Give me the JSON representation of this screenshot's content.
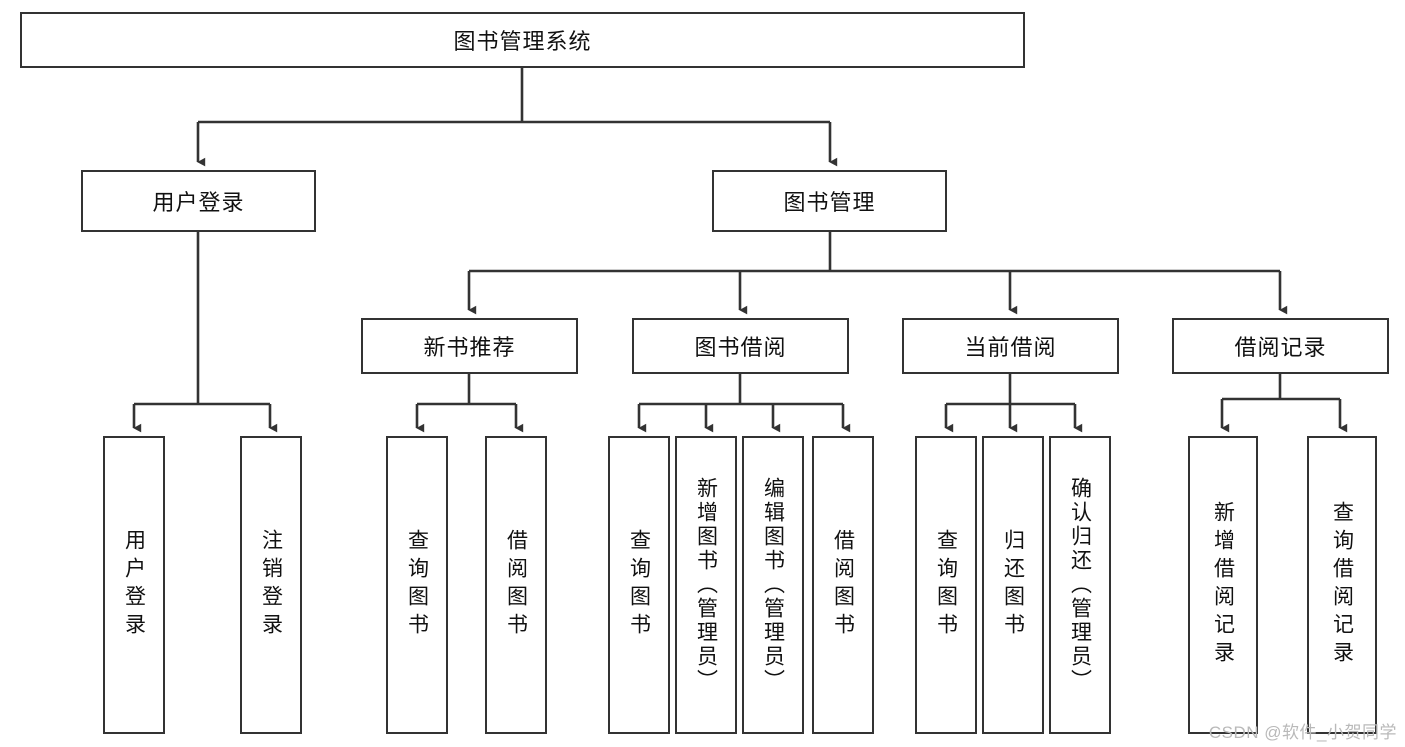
{
  "diagram": {
    "title_node": {
      "label": "图书管理系统"
    },
    "level2": [
      {
        "id": "user-login",
        "label": "用户登录"
      },
      {
        "id": "book-management",
        "label": "图书管理"
      }
    ],
    "level3": [
      {
        "id": "new-book-recommend",
        "label": "新书推荐"
      },
      {
        "id": "book-borrow",
        "label": "图书借阅"
      },
      {
        "id": "current-borrow",
        "label": "当前借阅"
      },
      {
        "id": "borrow-record",
        "label": "借阅记录"
      }
    ],
    "leaves": [
      {
        "id": "leaf-user-login",
        "label": "用户登录"
      },
      {
        "id": "leaf-logout-login",
        "label": "注销登录"
      },
      {
        "id": "leaf-query-book-1",
        "label": "查询图书"
      },
      {
        "id": "leaf-borrow-book-1",
        "label": "借阅图书"
      },
      {
        "id": "leaf-query-book-2",
        "label": "查询图书"
      },
      {
        "id": "leaf-add-book-admin",
        "label": "新增图书（管理员）"
      },
      {
        "id": "leaf-edit-book-admin",
        "label": "编辑图书（管理员）"
      },
      {
        "id": "leaf-borrow-book-2",
        "label": "借阅图书"
      },
      {
        "id": "leaf-query-book-3",
        "label": "查询图书"
      },
      {
        "id": "leaf-return-book",
        "label": "归还图书"
      },
      {
        "id": "leaf-confirm-return-admin",
        "label": "确认归还（管理员）"
      },
      {
        "id": "leaf-add-borrow-record",
        "label": "新增借阅记录"
      },
      {
        "id": "leaf-query-borrow-record",
        "label": "查询借阅记录"
      }
    ],
    "watermark": "CSDN @软件_小贺同学",
    "colors": {
      "stroke": "#333333",
      "box_fill": "#ffffff",
      "text": "#111111",
      "watermark": "#b9b9b9",
      "background": "#ffffff"
    }
  }
}
